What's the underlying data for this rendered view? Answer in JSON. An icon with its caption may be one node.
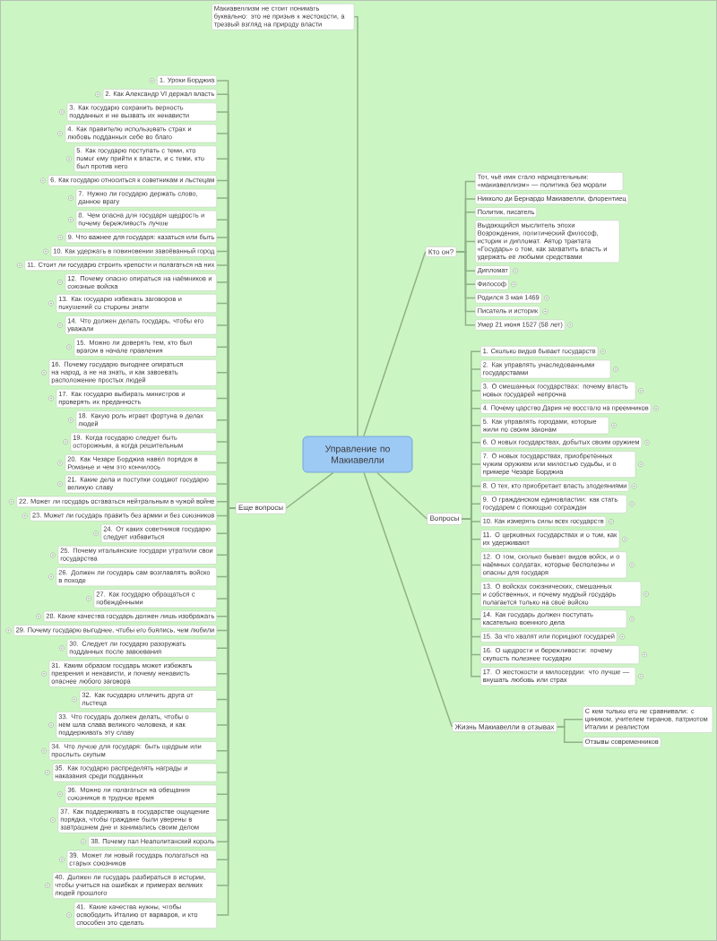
{
  "diagram": {
    "nodes": [
      {
        "text": [
          "Макиавеллизм не стоит понимать буквально: это не призыв к жестокости, а трезвый взгляд на природу власти"
        ]
      },
      {
        "text": [
          "Управление по Макиавелли"
        ]
      },
      {
        "text": [
          "Кто он?"
        ]
      },
      {
        "text": [
          "Тот, чьё имя стало нарицательным: «макиавеллизм» — политика без морали"
        ]
      },
      {
        "text": [
          "Никколо ди Бернардо Макиавелли, флорентиец"
        ]
      },
      {
        "text": [
          "Политик, писатель"
        ]
      },
      {
        "text": [
          "Выдающийся мыслитель эпохи Возрождения, политический философ, историк и дипломат. Автор трактата «Государь» о том, как захватить власть и удержать её любыми средствами"
        ]
      },
      {
        "text": [
          "Дипломат"
        ]
      },
      {
        "text": [
          "Философ"
        ]
      },
      {
        "text": [
          "Родился 3 мая 1469"
        ]
      },
      {
        "text": [
          "Писатель и историк"
        ]
      },
      {
        "text": [
          "Умер 21 июня 1527 (58 лет)"
        ]
      },
      {
        "text": [
          "Вопросы"
        ]
      },
      {
        "text": [
          "1. Сколько видов бывает государств"
        ]
      },
      {
        "text": [
          "2. Как управлять унаследованными государствами"
        ]
      },
      {
        "text": [
          "3. О смешанных государствах: почему власть новых государей непрочна"
        ]
      },
      {
        "text": [
          "4. Почему царство Дария не восстало на преемников"
        ]
      },
      {
        "text": [
          "5. Как управлять городами, которые жили по своим законам"
        ]
      },
      {
        "text": [
          "6. О новых государствах, добытых своим оружием"
        ]
      },
      {
        "text": [
          "7. О новых государствах, приобретённых чужим оружием или милостью судьбы, и о примере Чезаре Борджиа"
        ]
      },
      {
        "text": [
          "8. О тех, кто приобретает власть злодеяниями"
        ]
      },
      {
        "text": [
          "9. О гражданском единовластии: как стать государем с помощью сограждан"
        ]
      },
      {
        "text": [
          "10. Как измерять силы всех государств"
        ]
      },
      {
        "text": [
          "11. О церковных государствах и о том, как их удерживают"
        ]
      },
      {
        "text": [
          "12. О том, сколько бывает видов войск, и о наёмных солдатах, которые бесполезны и опасны для государя"
        ]
      },
      {
        "text": [
          "13. О войсках союзнических, смешанных и собственных, и почему мудрый государь полагается только на своё войско"
        ]
      },
      {
        "text": [
          "14. Как государь должен поступать касательно военного дела"
        ]
      },
      {
        "text": [
          "15. За что хвалят или порицают государей"
        ]
      },
      {
        "text": [
          "16. О щедрости и бережливости: почему скупость полезнее государю"
        ]
      },
      {
        "text": [
          "17. О жестокости и милосердии: что лучше — внушать любовь или страх"
        ]
      },
      {
        "text": [
          "Еще вопросы"
        ]
      },
      {
        "text": [
          "1. Уроки Борджиа"
        ]
      },
      {
        "text": [
          "2. Как Александр VI держал власть"
        ]
      },
      {
        "text": [
          "3. Как государю сохранить верность подданных и не вызвать их ненависти"
        ]
      },
      {
        "text": [
          "4. Как правителю использовать страх и любовь подданных себе во благо"
        ]
      },
      {
        "text": [
          "5. Как государю поступать с теми, кто помог ему прийти к власти, и с теми, кто был против него"
        ]
      },
      {
        "text": [
          "6. Как государю относиться к советникам и льстецам"
        ]
      },
      {
        "text": [
          "7. Нужно ли государю держать слово, данное врагу"
        ]
      },
      {
        "text": [
          "8. Чем опасна для государя щедрость и почему бережливость лучше"
        ]
      },
      {
        "text": [
          "9. Что важнее для государя: казаться или быть"
        ]
      },
      {
        "text": [
          "10. Как удержать в повиновении завоёванный город"
        ]
      },
      {
        "text": [
          "11. Стоит ли государю строить крепости и полагаться на них"
        ]
      },
      {
        "text": [
          "12. Почему опасно опираться на наёмников и союзные войска"
        ]
      },
      {
        "text": [
          "13. Как государю избежать заговоров и покушений со стороны знати"
        ]
      },
      {
        "text": [
          "14. Что должен делать государь, чтобы его уважали"
        ]
      },
      {
        "text": [
          "15. Можно ли доверять тем, кто был врагом в начале правления"
        ]
      },
      {
        "text": [
          "16. Почему государю выгоднее опираться на народ, а не на знать, и как завоевать расположение простых людей"
        ]
      },
      {
        "text": [
          "17. Как государю выбирать министров и проверять их преданность"
        ]
      },
      {
        "text": [
          "18. Какую роль играет фортуна в делах людей"
        ]
      },
      {
        "text": [
          "19. Когда государю следует быть осторожным, а когда решительным"
        ]
      },
      {
        "text": [
          "20. Как Чезаре Борджиа навёл порядок в Романье и чем это кончилось"
        ]
      },
      {
        "text": [
          "21. Какие дела и поступки создают государю великую славу"
        ]
      },
      {
        "text": [
          "22. Может ли государь оставаться нейтральным в чужой войне"
        ]
      },
      {
        "text": [
          "23. Может ли государь править без армии и без союзников"
        ]
      },
      {
        "text": [
          "24. От каких советников государю следует избавиться"
        ]
      },
      {
        "text": [
          "25. Почему итальянские государи утратили свои государства"
        ]
      },
      {
        "text": [
          "26. Должен ли государь сам возглавлять войско в походе"
        ]
      },
      {
        "text": [
          "27. Как государю обращаться с побеждёнными"
        ]
      },
      {
        "text": [
          "28. Какие качества государь должен лишь изображать"
        ]
      },
      {
        "text": [
          "29. Почему государю выгоднее, чтобы его боялись, чем любили"
        ]
      },
      {
        "text": [
          "30. Следует ли государю разоружать подданных после завоевания"
        ]
      },
      {
        "text": [
          "31. Каким образом государь может избежать презрения и ненависти, и почему ненависть опаснее любого заговора"
        ]
      },
      {
        "text": [
          "32. Как государю отличить друга от льстеца"
        ]
      },
      {
        "text": [
          "33. Что государь должен делать, чтобы о нём шла слава великого человека, и как поддерживать эту славу"
        ]
      },
      {
        "text": [
          "34. Что лучше для государя: быть щедрым или прослыть скупым"
        ]
      },
      {
        "text": [
          "35. Как государю распределять награды и наказания среди подданных"
        ]
      },
      {
        "text": [
          "36. Можно ли полагаться на обещания союзников в трудное время"
        ]
      },
      {
        "text": [
          "37. Как поддерживать в государстве ощущение порядка, чтобы граждане были уверены в завтрашнем дне и занимались своим делом"
        ]
      },
      {
        "text": [
          "38. Почему пал Неаполитанский король"
        ]
      },
      {
        "text": [
          "39. Может ли новый государь полагаться на старых союзников"
        ]
      },
      {
        "text": [
          "40. Должен ли государь разбираться в истории, чтобы учиться на ошибках и примерах великих людей прошлого"
        ]
      },
      {
        "text": [
          "41. Какие качества нужны, чтобы освободить Италию от варваров, и кто способен это сделать"
        ]
      },
      {
        "text": [
          "Жизнь Макиавелли в отзывах"
        ]
      },
      {
        "text": [
          "С кем только его не сравнивали: с циником, учителем тиранов, патриотом Италии и реалистом"
        ]
      },
      {
        "text": [
          "Отзывы современников"
        ]
      }
    ],
    "edges": [
      {
        "from": 1,
        "to": 0,
        "arrow": "none"
      },
      {
        "from": 1,
        "to": 2,
        "arrow": "none"
      },
      {
        "from": 2,
        "to": 3,
        "arrow": "none"
      },
      {
        "from": 2,
        "to": 4,
        "arrow": "none"
      },
      {
        "from": 2,
        "to": 5,
        "arrow": "none"
      },
      {
        "from": 2,
        "to": 6,
        "arrow": "none"
      },
      {
        "from": 2,
        "to": 7,
        "arrow": "none"
      },
      {
        "from": 2,
        "to": 8,
        "arrow": "none"
      },
      {
        "from": 2,
        "to": 9,
        "arrow": "none"
      },
      {
        "from": 2,
        "to": 10,
        "arrow": "none"
      },
      {
        "from": 2,
        "to": 11,
        "arrow": "none"
      },
      {
        "from": 1,
        "to": 12,
        "arrow": "none"
      },
      {
        "from": 12,
        "to": 13,
        "arrow": "none"
      },
      {
        "from": 12,
        "to": 14,
        "arrow": "none"
      },
      {
        "from": 12,
        "to": 15,
        "arrow": "none"
      },
      {
        "from": 12,
        "to": 16,
        "arrow": "none"
      },
      {
        "from": 12,
        "to": 17,
        "arrow": "none"
      },
      {
        "from": 12,
        "to": 18,
        "arrow": "none"
      },
      {
        "from": 12,
        "to": 19,
        "arrow": "none"
      },
      {
        "from": 12,
        "to": 20,
        "arrow": "none"
      },
      {
        "from": 12,
        "to": 21,
        "arrow": "none"
      },
      {
        "from": 12,
        "to": 22,
        "arrow": "none"
      },
      {
        "from": 12,
        "to": 23,
        "arrow": "none"
      },
      {
        "from": 12,
        "to": 24,
        "arrow": "none"
      },
      {
        "from": 12,
        "to": 25,
        "arrow": "none"
      },
      {
        "from": 12,
        "to": 26,
        "arrow": "none"
      },
      {
        "from": 12,
        "to": 27,
        "arrow": "none"
      },
      {
        "from": 12,
        "to": 28,
        "arrow": "none"
      },
      {
        "from": 12,
        "to": 29,
        "arrow": "none"
      },
      {
        "from": 1,
        "to": 30,
        "arrow": "none"
      },
      {
        "from": 30,
        "to": 31,
        "arrow": "none"
      },
      {
        "from": 30,
        "to": 32,
        "arrow": "none"
      },
      {
        "from": 30,
        "to": 33,
        "arrow": "none"
      },
      {
        "from": 30,
        "to": 34,
        "arrow": "none"
      },
      {
        "from": 30,
        "to": 35,
        "arrow": "none"
      },
      {
        "from": 30,
        "to": 36,
        "arrow": "none"
      },
      {
        "from": 30,
        "to": 37,
        "arrow": "none"
      },
      {
        "from": 30,
        "to": 38,
        "arrow": "none"
      },
      {
        "from": 30,
        "to": 39,
        "arrow": "none"
      },
      {
        "from": 30,
        "to": 40,
        "arrow": "none"
      },
      {
        "from": 30,
        "to": 41,
        "arrow": "none"
      },
      {
        "from": 30,
        "to": 42,
        "arrow": "none"
      },
      {
        "from": 30,
        "to": 43,
        "arrow": "none"
      },
      {
        "from": 30,
        "to": 44,
        "arrow": "none"
      },
      {
        "from": 30,
        "to": 45,
        "arrow": "none"
      },
      {
        "from": 30,
        "to": 46,
        "arrow": "none"
      },
      {
        "from": 30,
        "to": 47,
        "arrow": "none"
      },
      {
        "from": 30,
        "to": 48,
        "arrow": "none"
      },
      {
        "from": 30,
        "to": 49,
        "arrow": "none"
      },
      {
        "from": 30,
        "to": 50,
        "arrow": "none"
      },
      {
        "from": 30,
        "to": 51,
        "arrow": "none"
      },
      {
        "from": 30,
        "to": 52,
        "arrow": "none"
      },
      {
        "from": 30,
        "to": 53,
        "arrow": "none"
      },
      {
        "from": 30,
        "to": 54,
        "arrow": "none"
      },
      {
        "from": 30,
        "to": 55,
        "arrow": "none"
      },
      {
        "from": 30,
        "to": 56,
        "arrow": "none"
      },
      {
        "from": 30,
        "to": 57,
        "arrow": "none"
      },
      {
        "from": 30,
        "to": 58,
        "arrow": "none"
      },
      {
        "from": 30,
        "to": 59,
        "arrow": "none"
      },
      {
        "from": 30,
        "to": 60,
        "arrow": "none"
      },
      {
        "from": 30,
        "to": 61,
        "arrow": "none"
      },
      {
        "from": 30,
        "to": 62,
        "arrow": "none"
      },
      {
        "from": 30,
        "to": 63,
        "arrow": "none"
      },
      {
        "from": 30,
        "to": 64,
        "arrow": "none"
      },
      {
        "from": 30,
        "to": 65,
        "arrow": "none"
      },
      {
        "from": 30,
        "to": 66,
        "arrow": "none"
      },
      {
        "from": 30,
        "to": 67,
        "arrow": "none"
      },
      {
        "from": 30,
        "to": 68,
        "arrow": "none"
      },
      {
        "from": 30,
        "to": 69,
        "arrow": "none"
      },
      {
        "from": 30,
        "to": 70,
        "arrow": "none"
      },
      {
        "from": 30,
        "to": 71,
        "arrow": "none"
      },
      {
        "from": 1,
        "to": 72,
        "arrow": "none"
      },
      {
        "from": 72,
        "to": 73,
        "arrow": "none"
      },
      {
        "from": 72,
        "to": 74,
        "arrow": "none"
      }
    ]
  }
}
